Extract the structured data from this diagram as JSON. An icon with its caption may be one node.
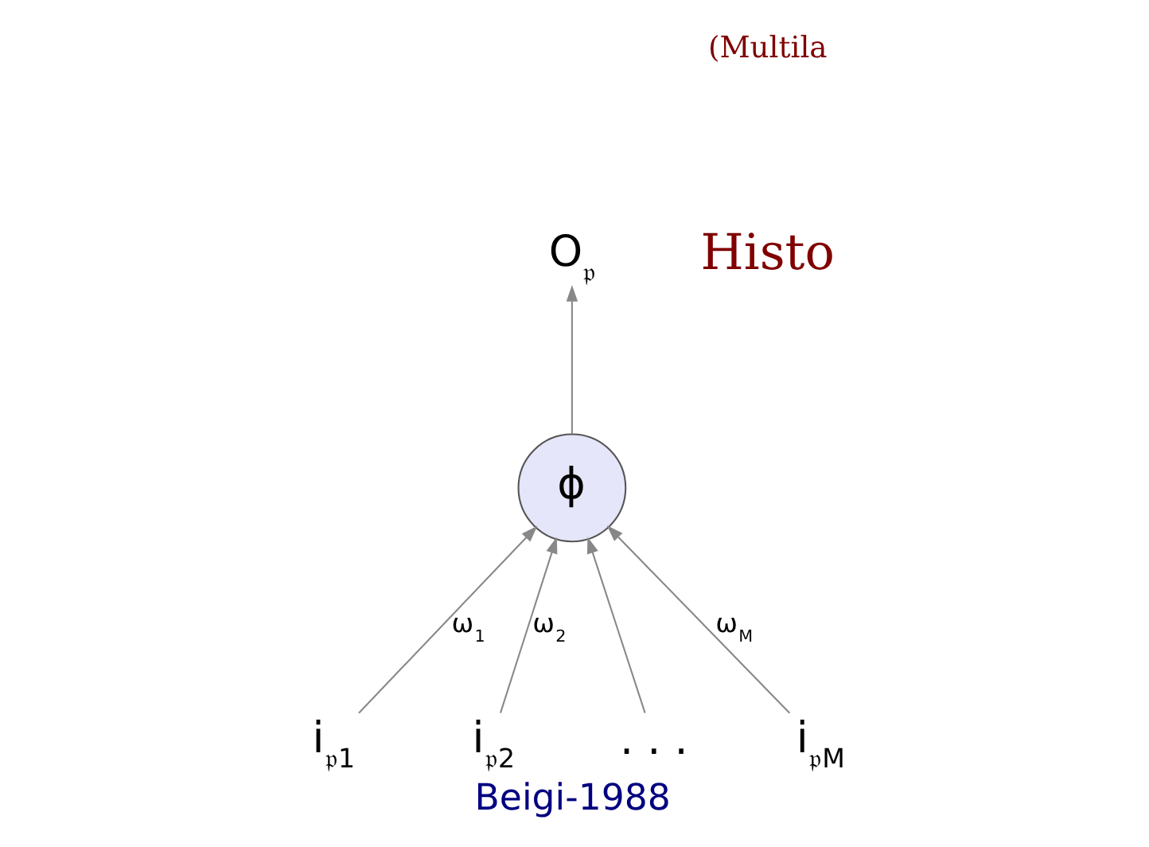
{
  "diagram": {
    "caption": "Beigi-1988",
    "nodes": [
      {
        "text": [
          "O$_{𝔭}$"
        ]
      },
      {
        "text": [
          "ϕ"
        ]
      },
      {
        "text": [
          "i$_{𝔭1}$"
        ]
      },
      {
        "text": [
          "i$_{𝔭2}$"
        ]
      },
      {
        "text": [
          ". . ."
        ]
      },
      {
        "text": [
          "i$_{𝔭M}$"
        ]
      }
    ],
    "edges": [
      {
        "from": 2,
        "to": 1,
        "arrow": "to",
        "label": "ω$_{1}$"
      },
      {
        "from": 3,
        "to": 1,
        "arrow": "to",
        "label": "ω$_{2}$"
      },
      {
        "from": 4,
        "to": 1,
        "arrow": "to"
      },
      {
        "from": 5,
        "to": 1,
        "arrow": "to",
        "label": "ω$_{M}$"
      },
      {
        "from": 1,
        "to": 0,
        "arrow": "to"
      }
    ],
    "labels": [
      "Histo",
      "(Multila"
    ]
  }
}
